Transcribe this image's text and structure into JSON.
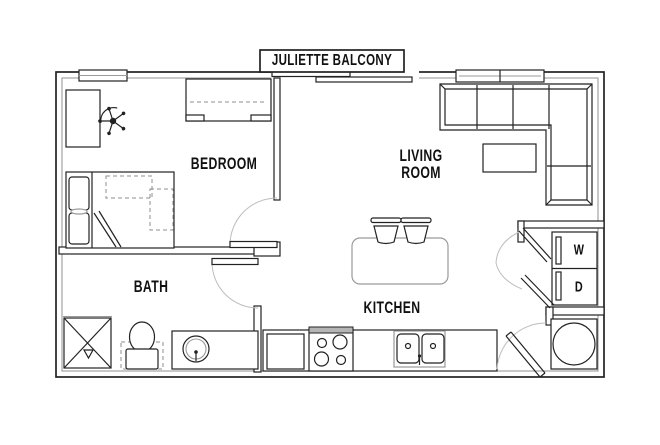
{
  "balcony": {
    "label": "JULIETTE BALCONY"
  },
  "rooms": {
    "bedroom": {
      "label": "BEDROOM"
    },
    "living_room": {
      "line1": "LIVING",
      "line2": "ROOM"
    },
    "bath": {
      "label": "BATH"
    },
    "kitchen": {
      "label": "KITCHEN"
    }
  },
  "laundry": {
    "washer": "W",
    "dryer": "D"
  },
  "colors": {
    "background": "#ffffff",
    "wall_dark": "#222222",
    "wall_gray": "#9a9a9a",
    "light_gray": "#b5b5b5",
    "text": "#111111"
  }
}
